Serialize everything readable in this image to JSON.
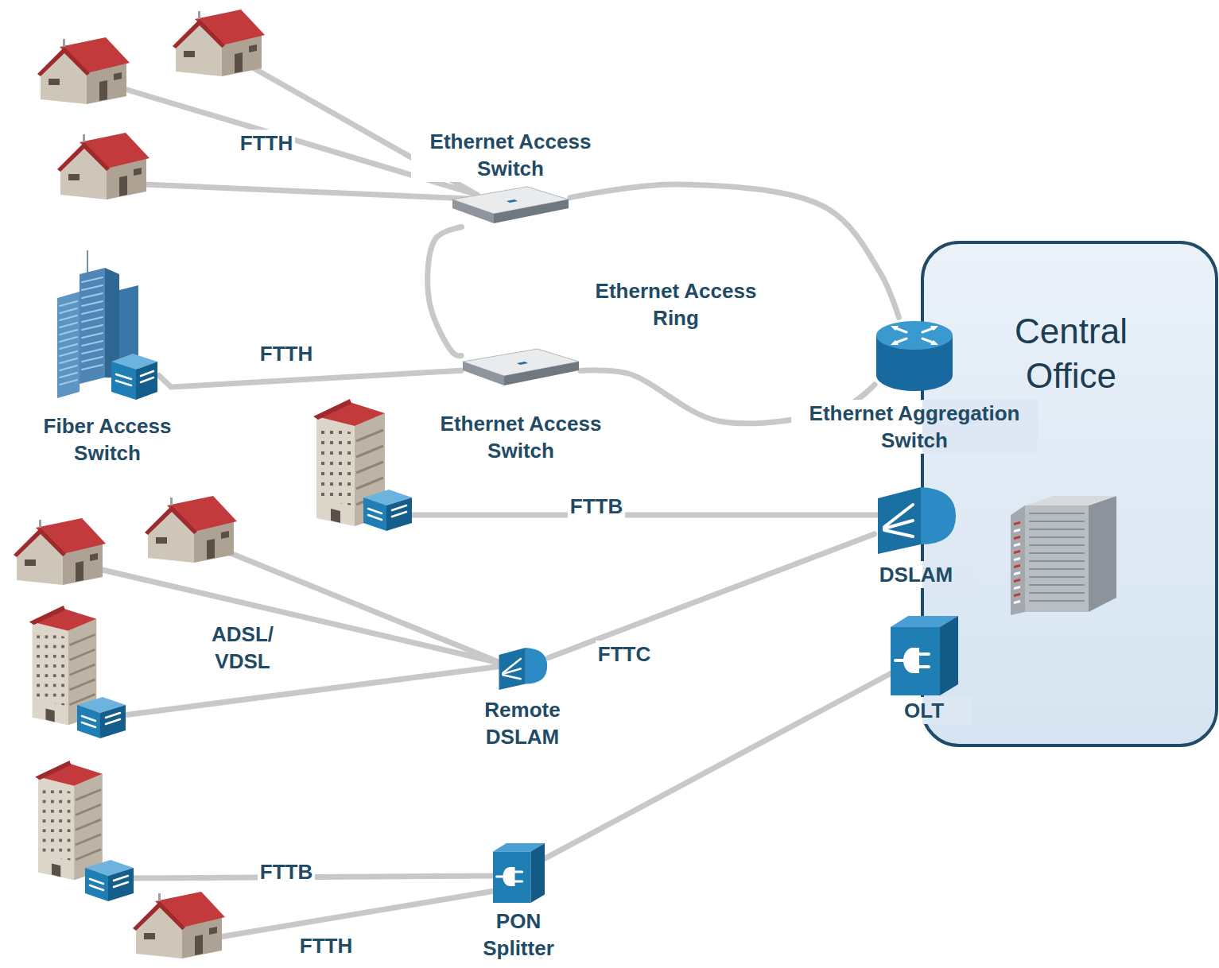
{
  "diagram": {
    "nodes": [
      {
        "text": [
          "Ethernet Access Switch"
        ]
      },
      {
        "text": [
          "Central Office"
        ]
      },
      {
        "text": [
          "Fiber Access Switch"
        ]
      },
      {
        "text": [
          "Ethernet Access Switch"
        ]
      },
      {
        "text": [
          "Ethernet Aggregation Switch"
        ]
      },
      {
        "text": [
          "DSLAM"
        ]
      },
      {
        "text": [
          "Remote DSLAM"
        ]
      },
      {
        "text": [
          "OLT"
        ]
      },
      {
        "text": [
          "PON Splitter"
        ]
      }
    ],
    "edges": [
      {
        "from": 0,
        "to": 4,
        "arrow": "none"
      },
      {
        "from": 0,
        "to": 3,
        "arrow": "none"
      },
      {
        "from": 3,
        "to": 4,
        "arrow": "none"
      },
      {
        "from": 2,
        "to": 3,
        "label": "FTTH",
        "arrow": "none"
      },
      {
        "from": 6,
        "to": 5,
        "label": "FTTC",
        "arrow": "none"
      },
      {
        "from": 7,
        "to": 8,
        "arrow": "none"
      }
    ],
    "labels": [
      "FTTH",
      "Ethernet Access Ring",
      "FTTB",
      "ADSL/ VDSL",
      "FTTB",
      "FTTH"
    ]
  }
}
